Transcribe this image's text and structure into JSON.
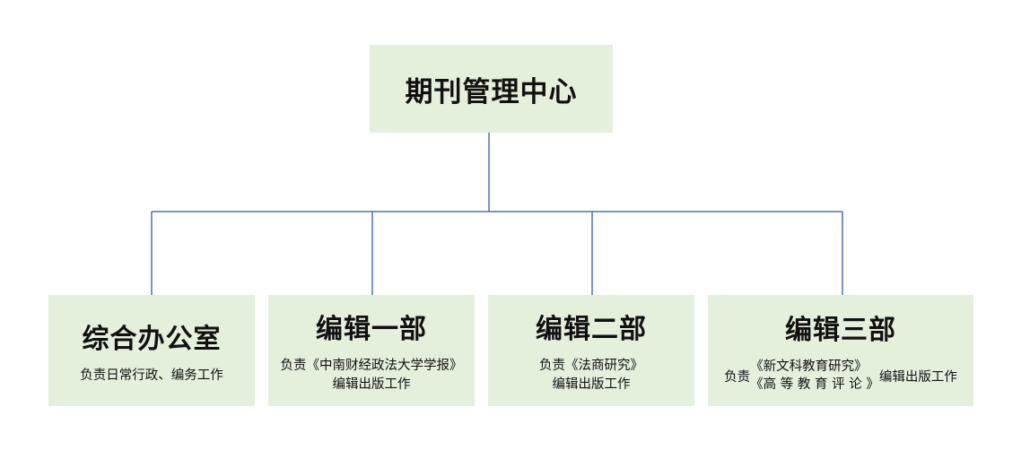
{
  "root": {
    "title": "期刊管理中心"
  },
  "departments": [
    {
      "title": "综合办公室",
      "desc_lines": [
        "负责日常行政、编务工作"
      ]
    },
    {
      "title": "编辑一部",
      "desc_lines": [
        "负责《中南财经政法大学学报》",
        "编辑出版工作"
      ]
    },
    {
      "title": "编辑二部",
      "desc_lines": [
        "负责《法商研究》",
        "编辑出版工作"
      ]
    },
    {
      "title": "编辑三部",
      "desc_prefix": "负责",
      "desc_journals": [
        "《新文科教育研究》",
        "《高 等 教 育 评 论 》"
      ],
      "desc_suffix": "编辑出版工作"
    }
  ],
  "colors": {
    "box_fill": "#e4efdc",
    "connector": "#4a72b0"
  }
}
